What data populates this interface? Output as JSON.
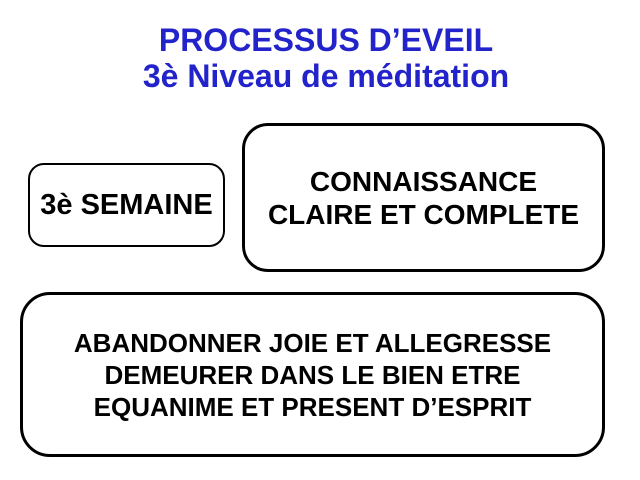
{
  "slide": {
    "background_color": "#ffffff",
    "title": {
      "line1": "PROCESSUS D’EVEIL",
      "line2": "3è Niveau de méditation",
      "color": "#2323cb"
    },
    "boxes": {
      "week": {
        "lines": [
          "3è SEMAINE"
        ],
        "border_color": "#000000",
        "text_color": "#000000"
      },
      "connaissance": {
        "lines": [
          "CONNAISSANCE",
          "CLAIRE ET COMPLETE"
        ],
        "border_color": "#000000",
        "text_color": "#000000"
      },
      "abandonner": {
        "lines": [
          "ABANDONNER JOIE ET ALLEGRESSE",
          "DEMEURER DANS LE BIEN ETRE",
          "EQUANIME ET PRESENT D’ESPRIT"
        ],
        "border_color": "#000000",
        "text_color": "#000000"
      }
    }
  }
}
